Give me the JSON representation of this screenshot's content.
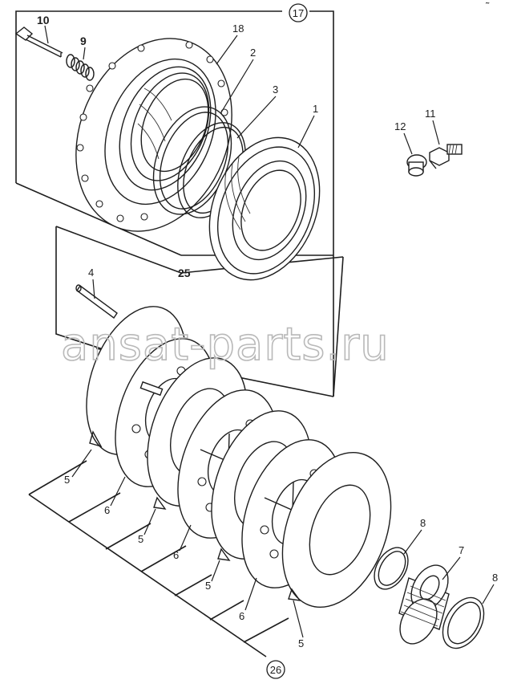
{
  "callouts": {
    "c17": "17",
    "c26": "26",
    "c25": "25",
    "c1": "1",
    "c2": "2",
    "c3": "3",
    "c4": "4",
    "c5a": "5",
    "c5b": "5",
    "c5c": "5",
    "c5d": "5",
    "c6a": "6",
    "c6b": "6",
    "c6c": "6",
    "c7": "7",
    "c8a": "8",
    "c8b": "8",
    "c9": "9",
    "c10": "10",
    "c11": "11",
    "c12": "12",
    "c18": "18"
  },
  "watermark": "ansat-parts.ru",
  "corner_mark": "˜"
}
